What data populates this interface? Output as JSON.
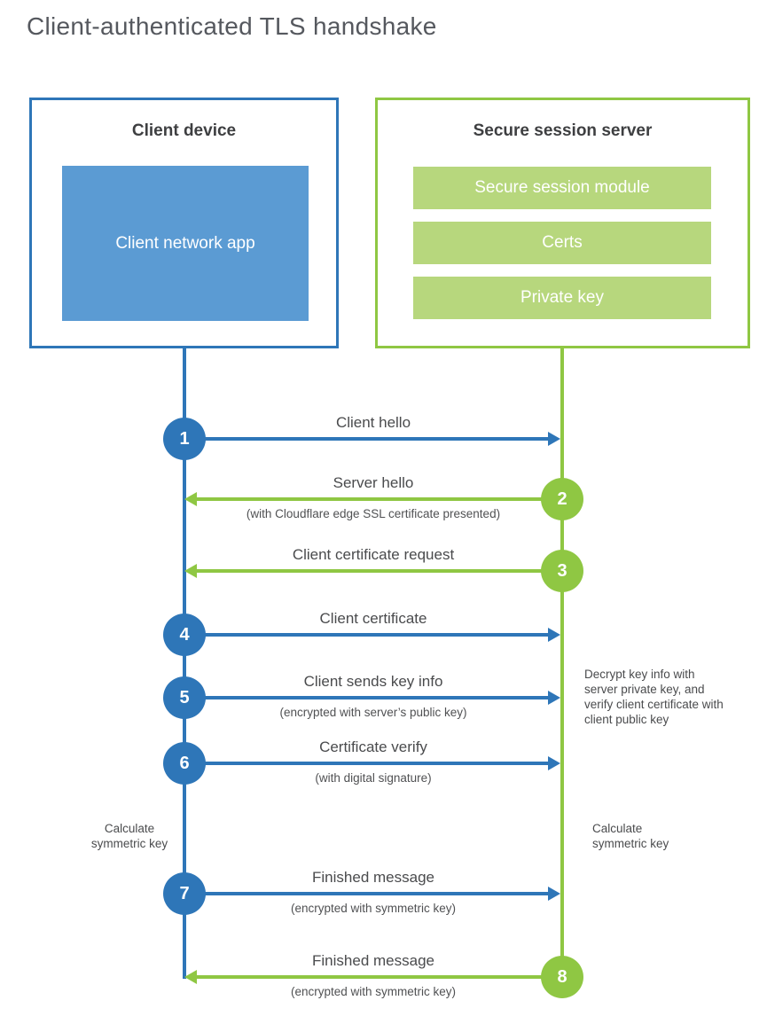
{
  "title": "Client-authenticated TLS handshake",
  "colors": {
    "blue": "#2e76b8",
    "blue_light": "#5b9bd3",
    "green": "#8fc743",
    "green_light": "#b7d77d",
    "title_text": "#55585e",
    "heading_text": "#3e3f41",
    "label_text": "#4a4b4d",
    "module_text": "#ffffff"
  },
  "client": {
    "title": "Client device",
    "module": "Client network app"
  },
  "server": {
    "title": "Secure session server",
    "modules": [
      "Secure session module",
      "Certs",
      "Private key"
    ]
  },
  "steps": [
    {
      "number": "1",
      "label": "Client hello",
      "from": "client",
      "to": "server"
    },
    {
      "number": "2",
      "label": "Server hello",
      "sublabel": "(with Cloudflare edge SSL certificate presented)",
      "from": "server",
      "to": "client"
    },
    {
      "number": "3",
      "label": "Client certificate request",
      "from": "server",
      "to": "client"
    },
    {
      "number": "4",
      "label": "Client certificate",
      "from": "client",
      "to": "server"
    },
    {
      "number": "5",
      "label": "Client sends key info",
      "sublabel": "(encrypted with server’s public key)",
      "from": "client",
      "to": "server"
    },
    {
      "number": "6",
      "label": "Certificate verify",
      "sublabel": "(with digital signature)",
      "from": "client",
      "to": "server"
    },
    {
      "number": "7",
      "label": "Finished message",
      "sublabel": "(encrypted with symmetric key)",
      "from": "client",
      "to": "server"
    },
    {
      "number": "8",
      "label": "Finished message",
      "sublabel": "(encrypted with symmetric key)",
      "from": "server",
      "to": "client"
    }
  ],
  "notes": {
    "decrypt": "Decrypt key info with server private key, and verify client certificate with client public key",
    "calculate_left": "Calculate symmetric key",
    "calculate_right": "Calculate symmetric key"
  }
}
